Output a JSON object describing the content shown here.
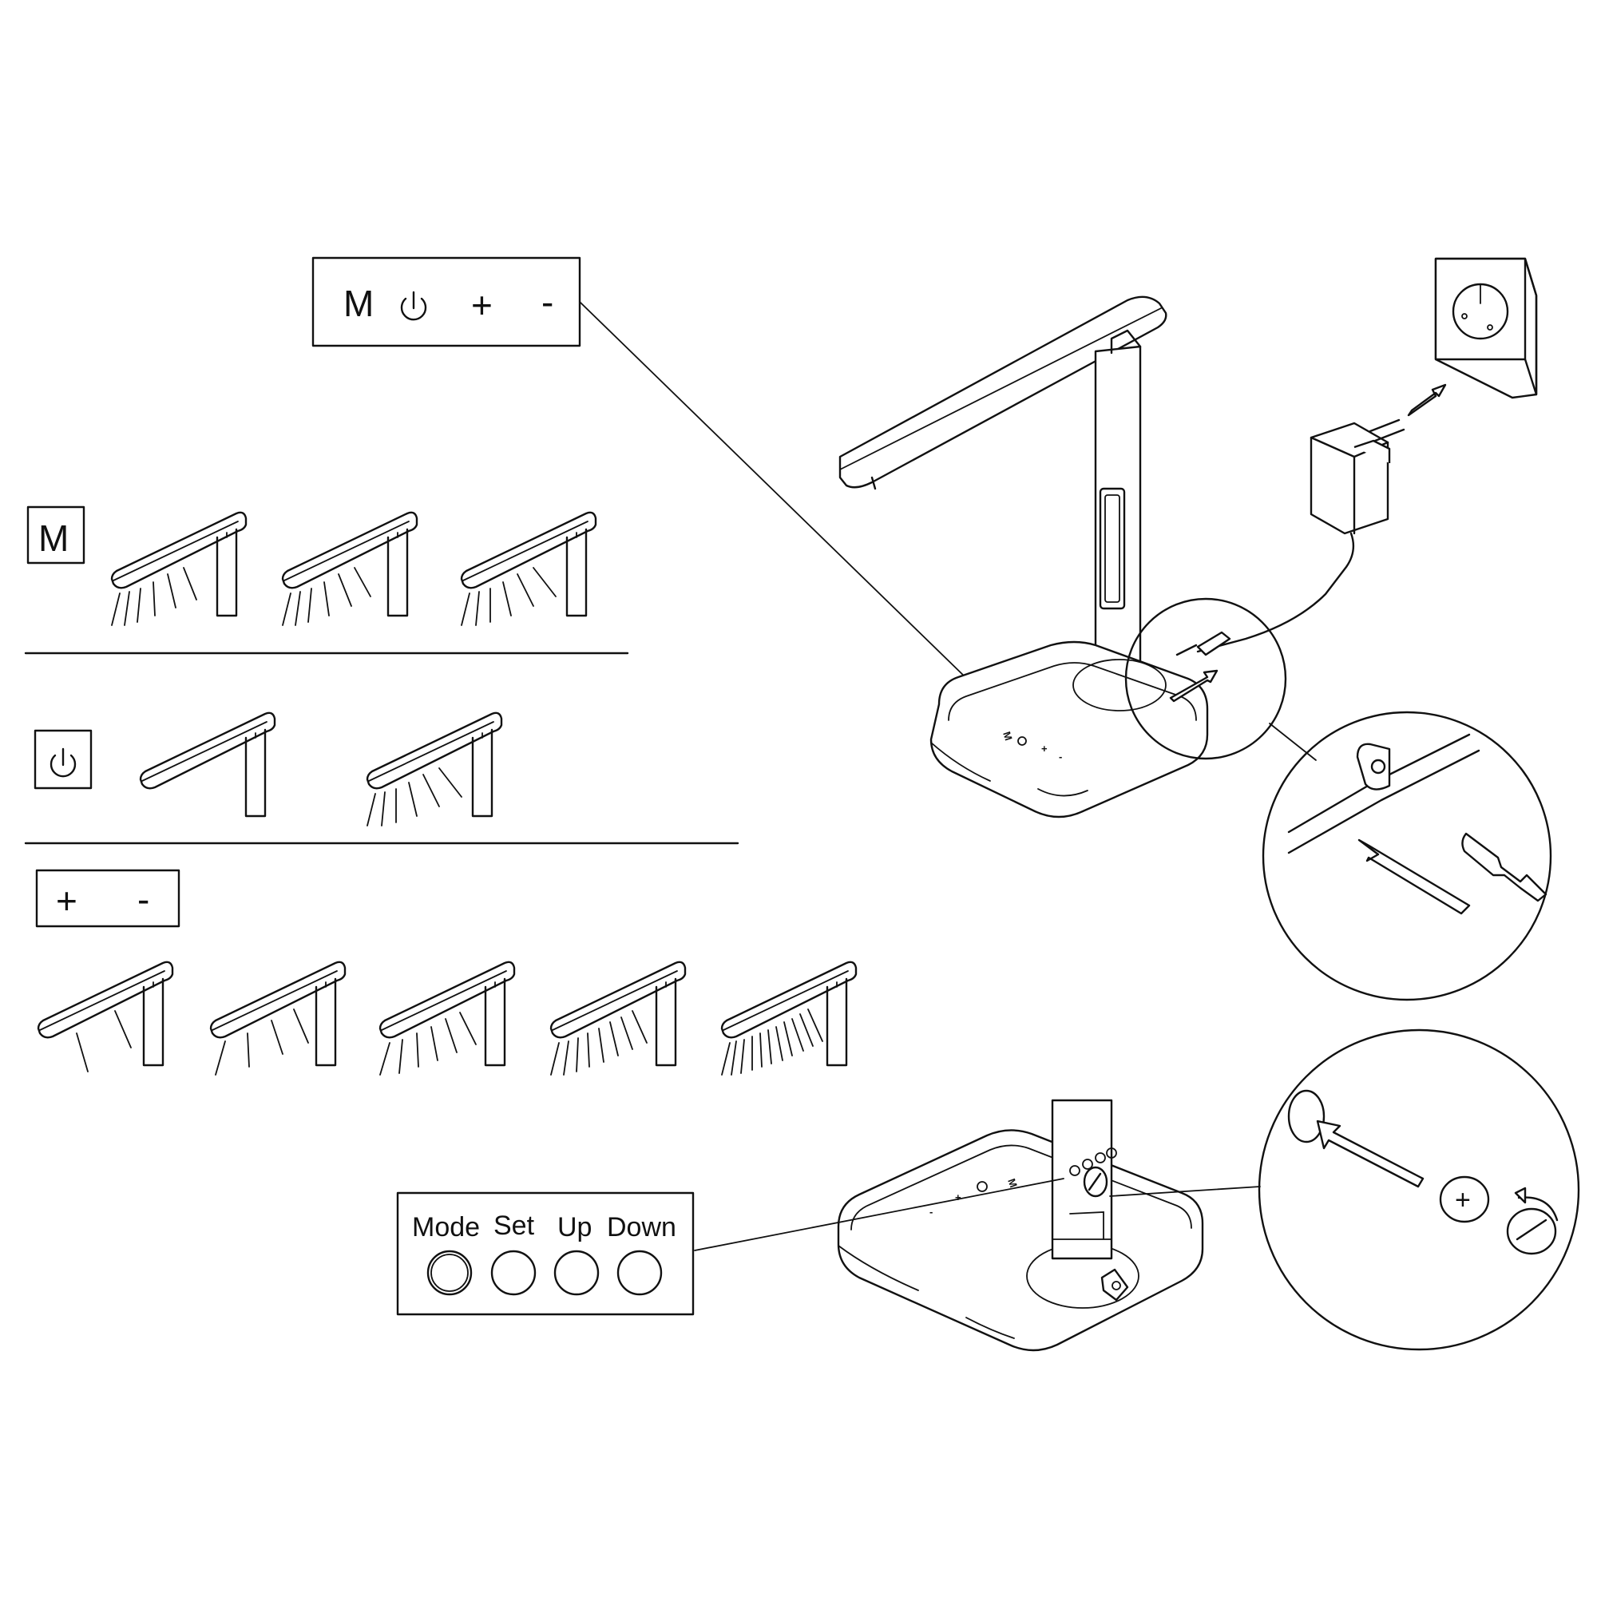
{
  "top_panel": {
    "mode_key": "M",
    "plus_key": "+",
    "minus_key": "-",
    "power_icon": "power-icon"
  },
  "mode_section": {
    "key": "M"
  },
  "power_section": {
    "icon": "power-icon"
  },
  "brightness_section": {
    "plus_key": "+",
    "minus_key": "-"
  },
  "clock_panel": {
    "buttons": [
      "Mode",
      "Set",
      "Up",
      "Down"
    ]
  },
  "base_labels": {
    "lamp1": [
      "M",
      "+",
      "-"
    ],
    "lamp2": [
      "M",
      "+",
      "-"
    ],
    "column_labels": [
      "Mode",
      "Set",
      "Up",
      "Down"
    ]
  },
  "battery_coin": {
    "plus": "+"
  },
  "colors": {
    "ink": "#111111",
    "paper": "#ffffff"
  }
}
